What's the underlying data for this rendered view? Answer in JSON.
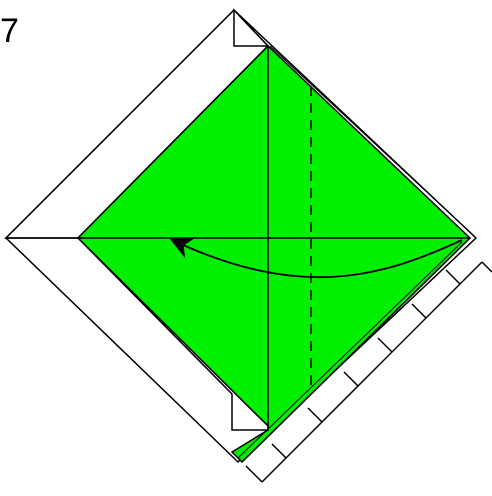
{
  "diagram": {
    "step_number": "7",
    "colors": {
      "paper_front": "#00f000",
      "paper_back": "#ffffff",
      "line": "#000000"
    },
    "instruction": {
      "fold_type": "valley-fold",
      "arrow_direction": "right-to-left"
    }
  }
}
